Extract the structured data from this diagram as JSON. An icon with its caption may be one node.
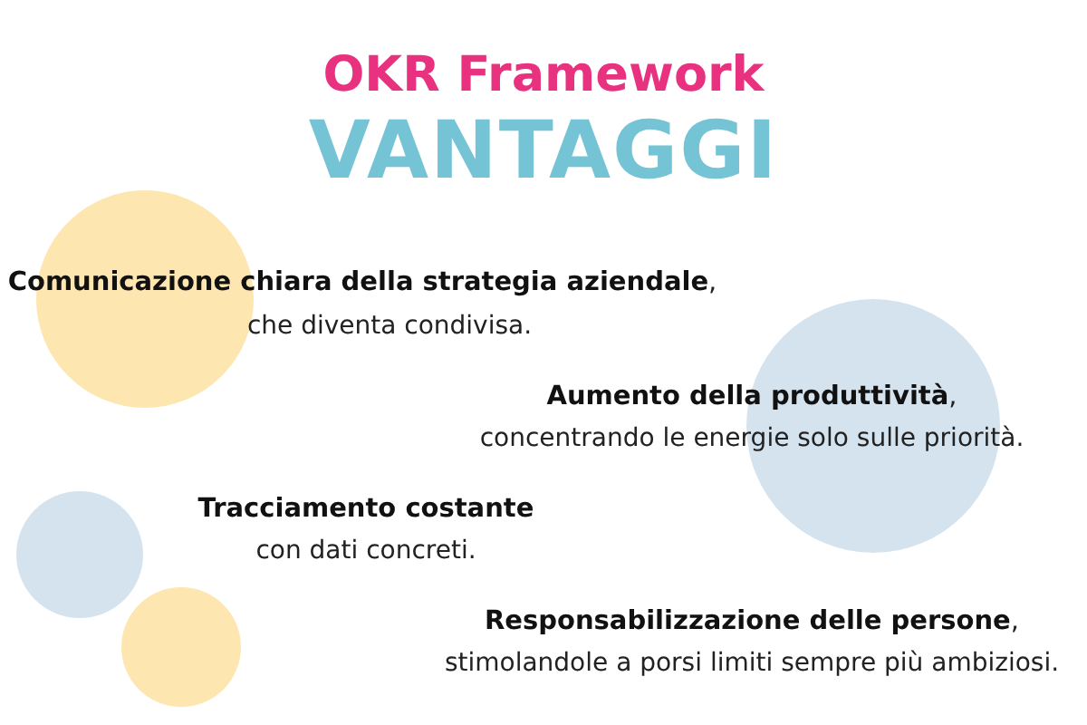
{
  "diagram": {
    "title": "OKR Framework",
    "labels": [
      "VANTAGGI",
      "**Comunicazione chiara della strategia aziendale**,",
      "che diventa condivisa.",
      "**Aumento della produttività**,",
      "concentrando le energie solo sulle priorità.",
      "**Tracciamento costante**",
      "con dati concreti.",
      "**Responsabilizzazione delle persone**,",
      "stimolandole a porsi limiti sempre più ambiziosi."
    ]
  }
}
